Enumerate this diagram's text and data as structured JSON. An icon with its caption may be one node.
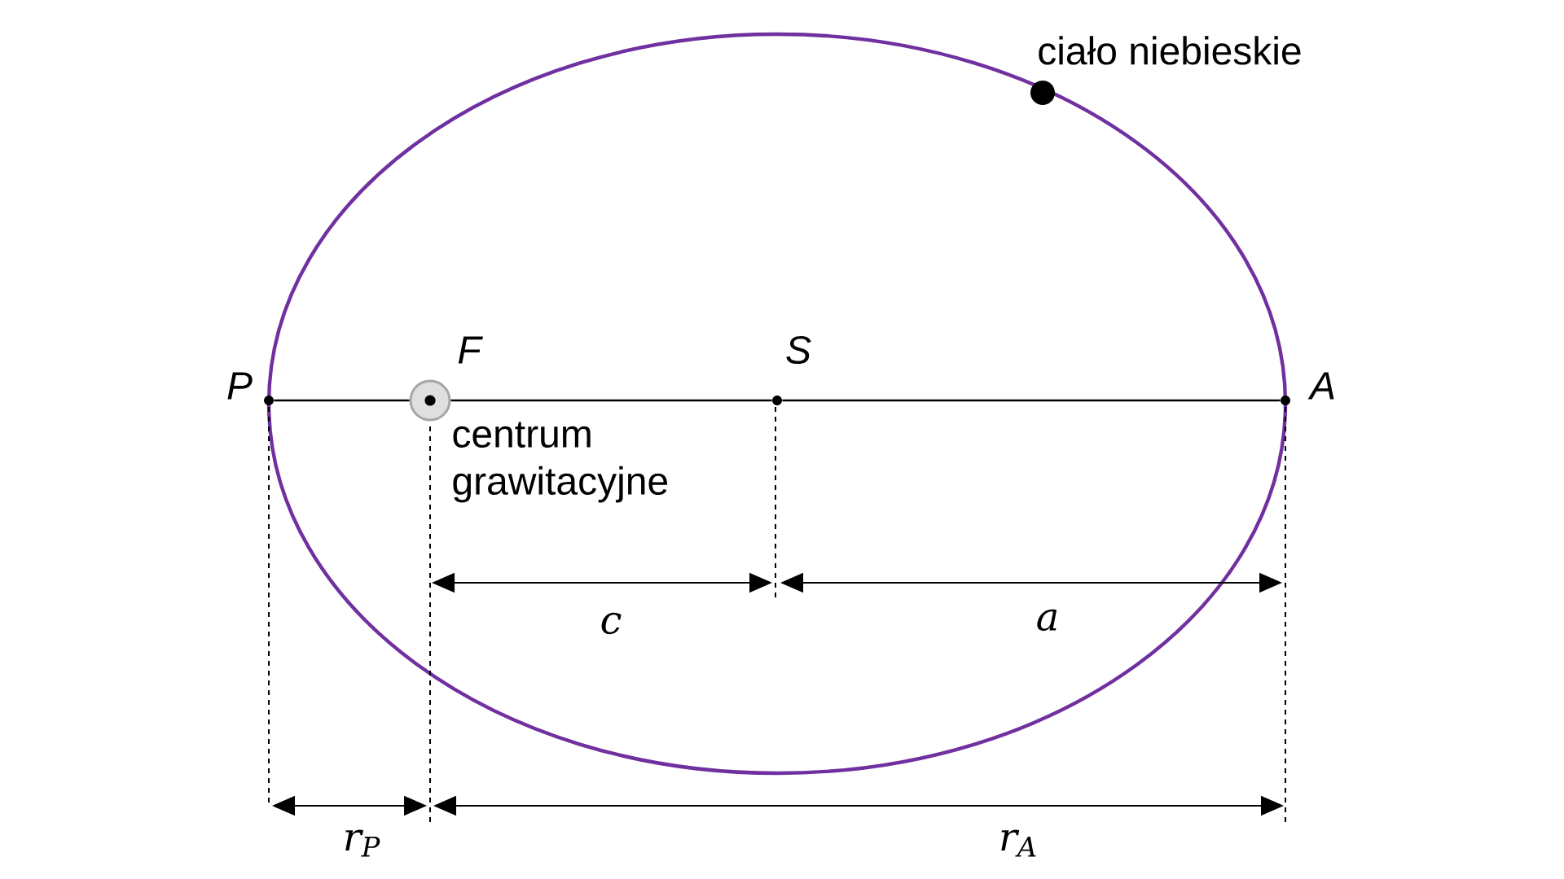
{
  "diagram": {
    "nodes": [
      {
        "text": [],
        "shape": "circle",
        "beside": [
          "P"
        ]
      },
      {
        "text": [],
        "shape": "circle",
        "beside": [
          "F",
          "centrum grawitacyjne"
        ]
      },
      {
        "text": [],
        "shape": "circle",
        "beside": [
          "S"
        ]
      },
      {
        "text": [],
        "shape": "circle",
        "beside": [
          "A"
        ]
      },
      {
        "text": [],
        "shape": "circle",
        "beside": [
          "ciało niebieskie"
        ]
      }
    ],
    "edges": [
      {
        "from": 0,
        "to": 1,
        "arrow": "none"
      },
      {
        "from": 1,
        "to": 2,
        "arrow": "none"
      },
      {
        "from": 2,
        "to": 3,
        "arrow": "none"
      }
    ],
    "labels": [
      "c",
      "a",
      "r$_{P}$",
      "r$_{A}$"
    ]
  }
}
